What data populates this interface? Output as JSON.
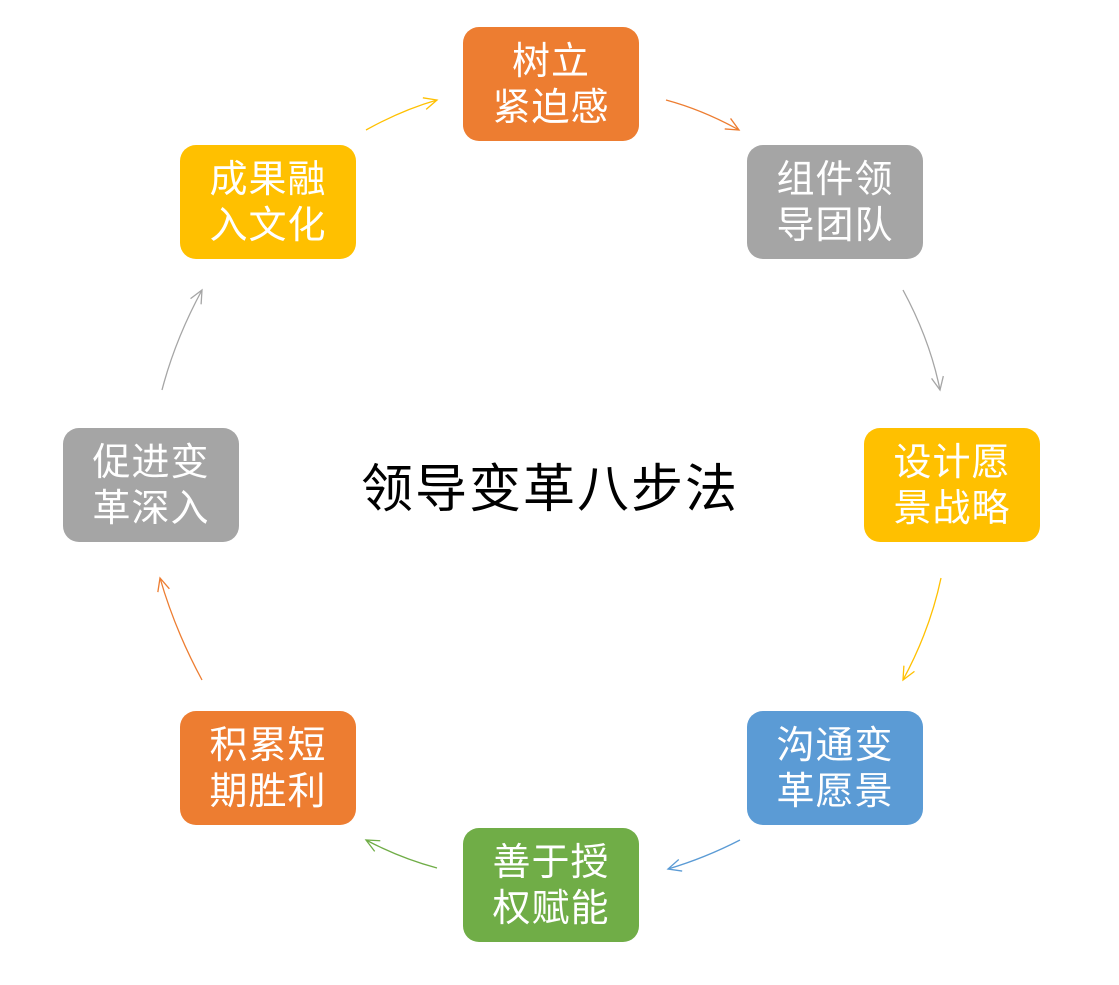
{
  "title": "领导变革八步法",
  "steps": [
    {
      "line1": "树立",
      "line2": "紧迫感",
      "color": "#ED7D31"
    },
    {
      "line1": "组件领",
      "line2": "导团队",
      "color": "#A5A5A5"
    },
    {
      "line1": "设计愿",
      "line2": "景战略",
      "color": "#FFC000"
    },
    {
      "line1": "沟通变",
      "line2": "革愿景",
      "color": "#5B9BD5"
    },
    {
      "line1": "善于授",
      "line2": "权赋能",
      "color": "#70AD47"
    },
    {
      "line1": "积累短",
      "line2": "期胜利",
      "color": "#ED7D31"
    },
    {
      "line1": "促进变",
      "line2": "革深入",
      "color": "#A5A5A5"
    },
    {
      "line1": "成果融",
      "line2": "入文化",
      "color": "#FFC000"
    }
  ],
  "arrow_colors": [
    "#ED7D31",
    "#A5A5A5",
    "#FFC000",
    "#5B9BD5",
    "#70AD47",
    "#ED7D31",
    "#A5A5A5",
    "#FFC000"
  ]
}
